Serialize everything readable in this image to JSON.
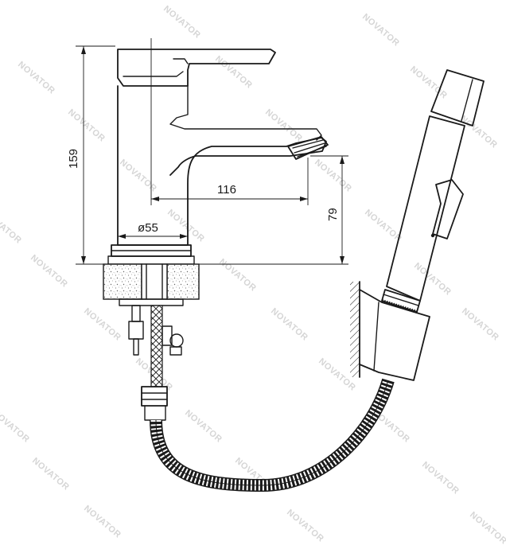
{
  "dimensions": {
    "height_total": "159",
    "spout_reach": "116",
    "spout_height": "79",
    "base_diameter": "ø55"
  },
  "watermark": "NOVATOR"
}
